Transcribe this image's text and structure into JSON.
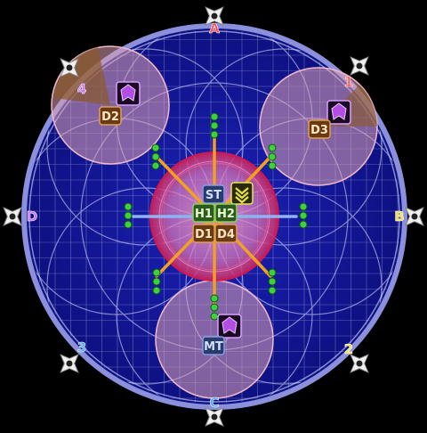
{
  "arena": {
    "floor_color": "#12169a",
    "rim_color": "#7f86d6",
    "grid_color": "#c9cdf2",
    "glow_color": "#ff6fb0"
  },
  "waymarks": [
    {
      "id": "A",
      "label": "A",
      "color": "#ff4a4a"
    },
    {
      "id": "B",
      "label": "B",
      "color": "#f4e04a"
    },
    {
      "id": "C",
      "label": "C",
      "color": "#4aa8ff"
    },
    {
      "id": "D",
      "label": "D",
      "color": "#c472ff"
    },
    {
      "id": "1",
      "label": "1",
      "color": "#ff4a4a"
    },
    {
      "id": "2",
      "label": "2",
      "color": "#f4e04a"
    },
    {
      "id": "3",
      "label": "3",
      "color": "#4aa8ff"
    },
    {
      "id": "4",
      "label": "4",
      "color": "#c472ff"
    }
  ],
  "players": [
    {
      "label": "D2",
      "role": "dps"
    },
    {
      "label": "D3",
      "role": "dps"
    },
    {
      "label": "ST",
      "role": "tank"
    },
    {
      "label": "H1",
      "role": "healer"
    },
    {
      "label": "H2",
      "role": "healer"
    },
    {
      "label": "D1",
      "role": "dps"
    },
    {
      "label": "D4",
      "role": "dps"
    },
    {
      "label": "MT",
      "role": "tank"
    }
  ],
  "icons": [
    {
      "name": "purple-debuff-icon",
      "color": "#b24ee6"
    },
    {
      "name": "stack-marker-icon",
      "color": "#c8c832"
    }
  ]
}
